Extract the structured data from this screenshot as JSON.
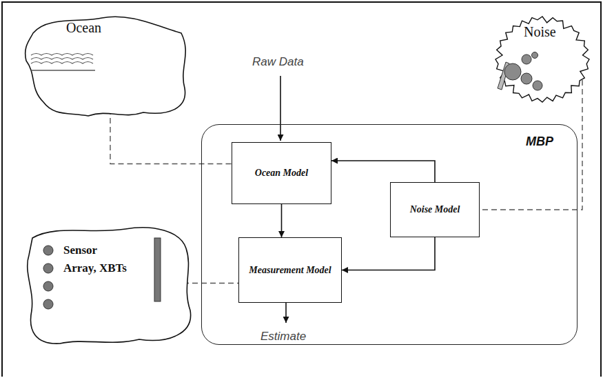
{
  "diagram": {
    "nodes": [
      {
        "text": [
          "Ocean"
        ]
      },
      {
        "text": [
          "Noise"
        ]
      },
      {
        "text": [
          "MBP"
        ]
      },
      {
        "text": [
          "Ocean Model"
        ],
        "in": 2
      },
      {
        "text": [
          "Noise Model"
        ],
        "in": 2
      },
      {
        "text": [
          "Sensor Array, XBTs"
        ]
      },
      {
        "text": [
          "Measurement Model"
        ],
        "in": 2
      }
    ],
    "edges": [
      {
        "from": 3,
        "to": 6,
        "arrow": "to"
      },
      {
        "from": 4,
        "to": 3,
        "arrow": "to"
      },
      {
        "from": 4,
        "to": 6,
        "arrow": "to"
      },
      {
        "from": 0,
        "to": 3,
        "arrow": "none"
      },
      {
        "from": 1,
        "to": 4,
        "arrow": "none"
      },
      {
        "from": 5,
        "to": 6,
        "arrow": "none"
      }
    ],
    "labels": [
      "Raw Data",
      "Estimate"
    ]
  }
}
